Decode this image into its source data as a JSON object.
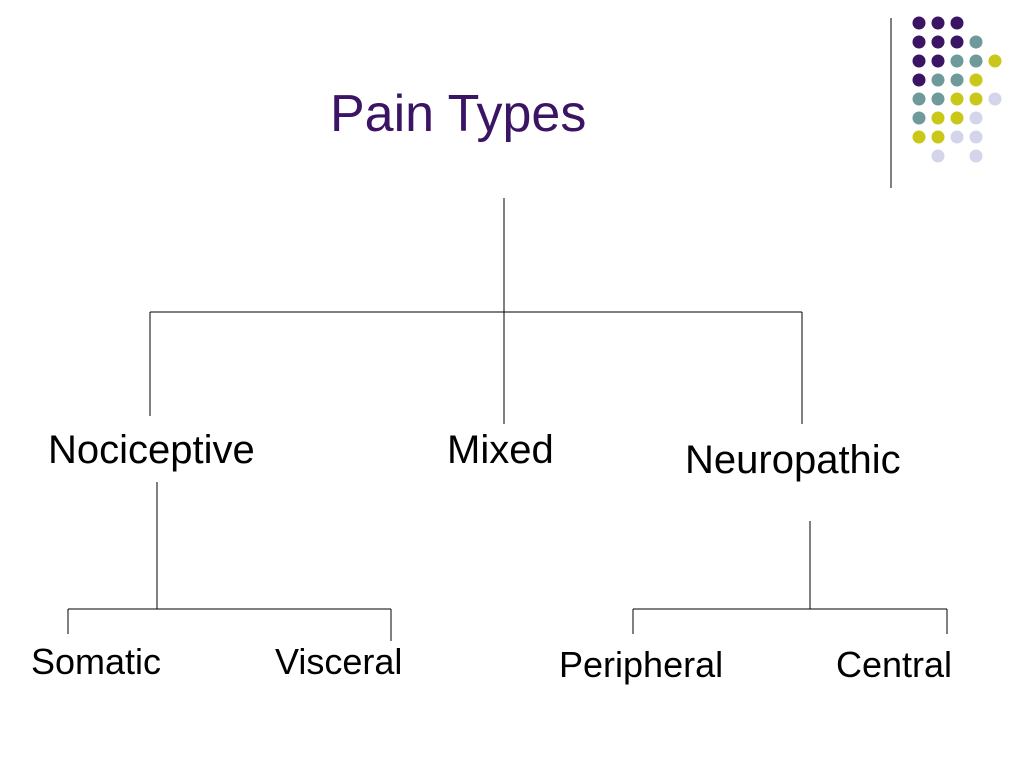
{
  "slide": {
    "title": "Pain Types",
    "title_color": "#3B1464"
  },
  "tree": {
    "root_children": [
      "Nociceptive",
      "Mixed",
      "Neuropathic"
    ],
    "nociceptive_children": [
      "Somatic",
      "Visceral"
    ],
    "neuropathic_children": [
      "Peripheral",
      "Central"
    ]
  },
  "decoration": {
    "dot_colors": {
      "purple": "#3B1464",
      "teal": "#6E9A9C",
      "yellow": "#C9C818",
      "lavender": "#D4D4EA"
    }
  }
}
